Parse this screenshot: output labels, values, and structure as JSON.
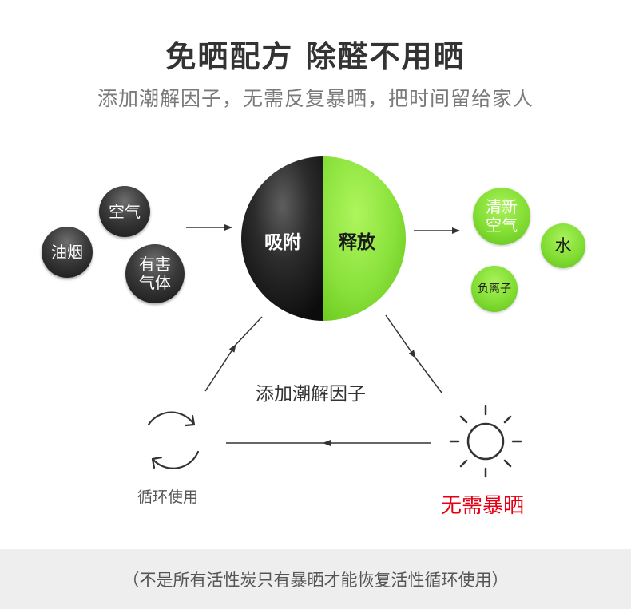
{
  "header": {
    "title": "免晒配方 除醛不用晒",
    "subtitle": "添加潮解因子，无需反复暴晒，把时间留给家人"
  },
  "inputs": {
    "air": "空气",
    "smoke": "油烟",
    "gas_line1": "有害",
    "gas_line2": "气体"
  },
  "main_circle": {
    "left_label": "吸附",
    "right_label": "释放"
  },
  "outputs": {
    "fresh_line1": "清新",
    "fresh_line2": "空气",
    "water": "水",
    "ions": "负离子"
  },
  "cycle": {
    "middle_label": "添加潮解因子",
    "recycle_label": "循环使用",
    "sun_label": "无需暴晒"
  },
  "footer": {
    "note": "（不是所有活性炭只有暴晒才能恢复活性循环使用）"
  },
  "colors": {
    "dark": "#1e1e1e",
    "green": "#8ee03c",
    "red": "#e60012",
    "text_gray": "#555555"
  }
}
